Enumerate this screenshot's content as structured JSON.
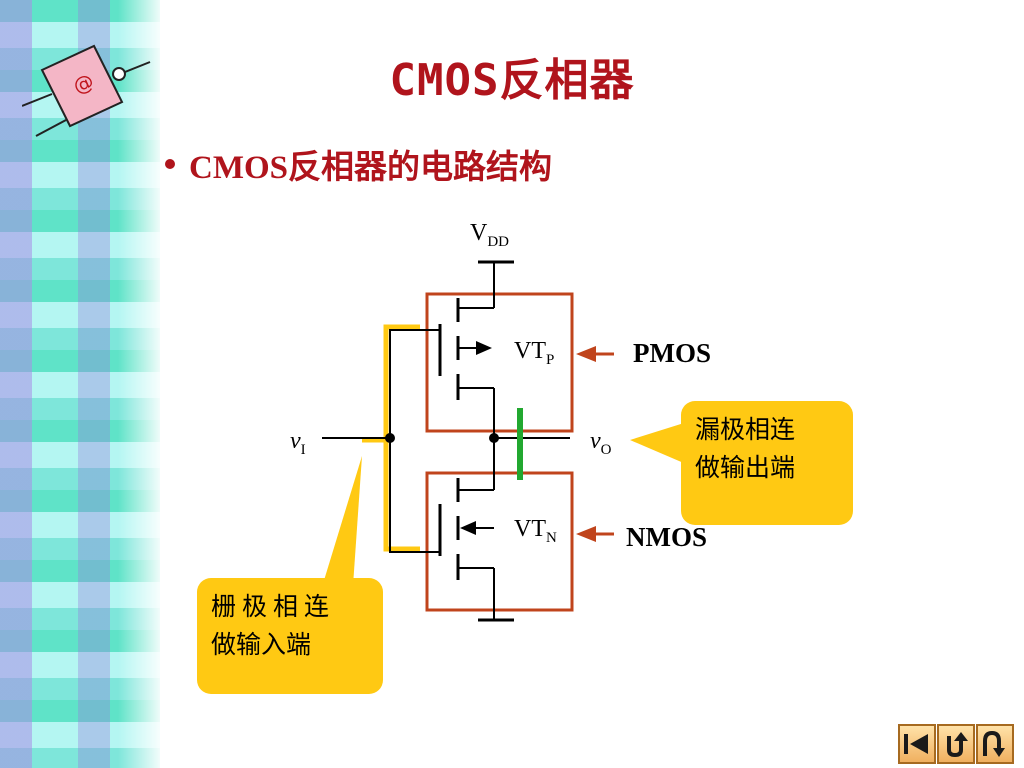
{
  "title": "CMOS反相器",
  "bullet": "CMOS反相器的电路结构",
  "logo_symbol": "@",
  "circuit": {
    "supply_label": "V",
    "supply_sub": "DD",
    "input_label": "v",
    "input_sub": "I",
    "output_label": "v",
    "output_sub": "O",
    "pmos_label": "VT",
    "pmos_sub": "P",
    "nmos_label": "VT",
    "nmos_sub": "N",
    "pmos_name": "PMOS",
    "nmos_name": "NMOS"
  },
  "callouts": {
    "drain_line1": "漏极相连",
    "drain_line2": "做输出端",
    "gate_line1": "栅极相连",
    "gate_line2": "做输入端"
  },
  "nav_icons": [
    "rewind-icon",
    "return-icon",
    "loop-icon"
  ],
  "colors": {
    "title": "#b0141c",
    "box_outline": "#c0441c",
    "callout": "#ffc913",
    "gate_highlight": "#ffc913",
    "drain_highlight": "#22a830"
  }
}
